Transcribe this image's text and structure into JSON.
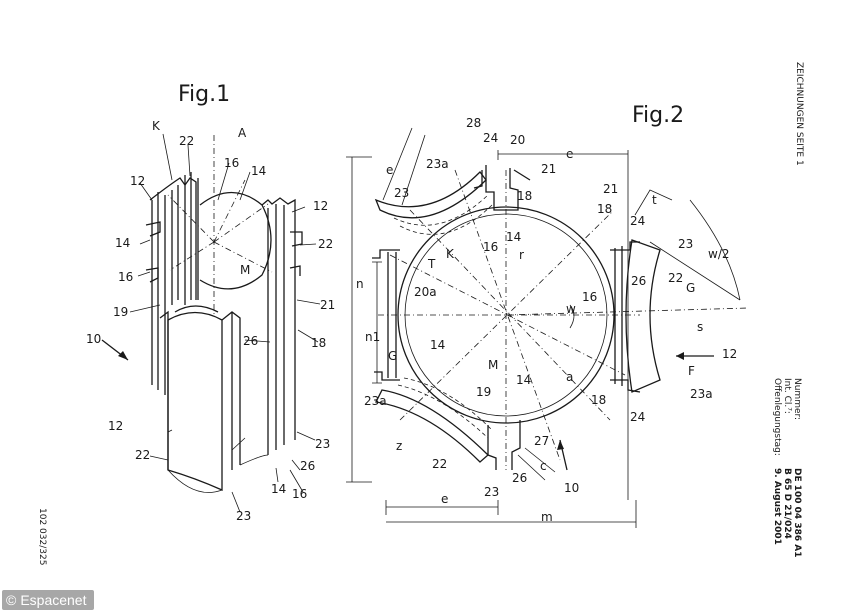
{
  "figures": {
    "fig1_title": "Fig.1",
    "fig2_title": "Fig.2"
  },
  "fig1_labels": {
    "K": "K",
    "A": "A",
    "l22a": "22",
    "l16a": "16",
    "l14a": "14",
    "l12a": "12",
    "l12b": "12",
    "l14b": "14",
    "l22b": "22",
    "l16b": "16",
    "M": "M",
    "l19": "19",
    "l26": "26",
    "l21": "21",
    "l18": "18",
    "l10": "10",
    "l12c": "12",
    "l22c": "22",
    "l23a": "23",
    "l26b": "26",
    "l14c": "14",
    "l16c": "16",
    "l23b": "23"
  },
  "fig2_labels": {
    "l28": "28",
    "l24a": "24",
    "l20": "20",
    "e_top": "e",
    "l23a_top": "23a",
    "l21a": "21",
    "e_left": "e",
    "l23_left": "23",
    "l18a": "18",
    "l21b": "21",
    "l16a": "16",
    "l14a": "14",
    "r": "r",
    "K": "K",
    "T": "T",
    "l18b": "18",
    "l24b": "24",
    "t": "t",
    "l23r": "23",
    "w2": "w/2",
    "l20a": "20a",
    "l16b": "16",
    "w": "w",
    "l26r": "26",
    "l22r": "22",
    "G_right": "G",
    "n": "n",
    "n1": "n1",
    "s": "s",
    "G_left": "G",
    "l14b": "14",
    "M": "M",
    "l12": "12",
    "F": "F",
    "l23a_left": "23a",
    "l19": "19",
    "l14c": "14",
    "a": "a",
    "l18c": "18",
    "l24c": "24",
    "l23a_right": "23a",
    "z": "z",
    "l27": "27",
    "l22b": "22",
    "c": "c",
    "l23b": "23",
    "l26b": "26",
    "l10": "10",
    "e_bottom": "e",
    "m": "m"
  },
  "sidebar": {
    "header": "ZEICHNUNGEN SEITE 1",
    "field_labels": [
      "Nummer:",
      "Int. Cl.⁷:",
      "Offenlegungstag:"
    ],
    "field_values": [
      "DE 100 04 386 A1",
      "B 65 D 21/024",
      "9. August 2001"
    ]
  },
  "margin_code": "102 032/325",
  "watermark": {
    "symbol": "©",
    "text": "Espacenet"
  }
}
